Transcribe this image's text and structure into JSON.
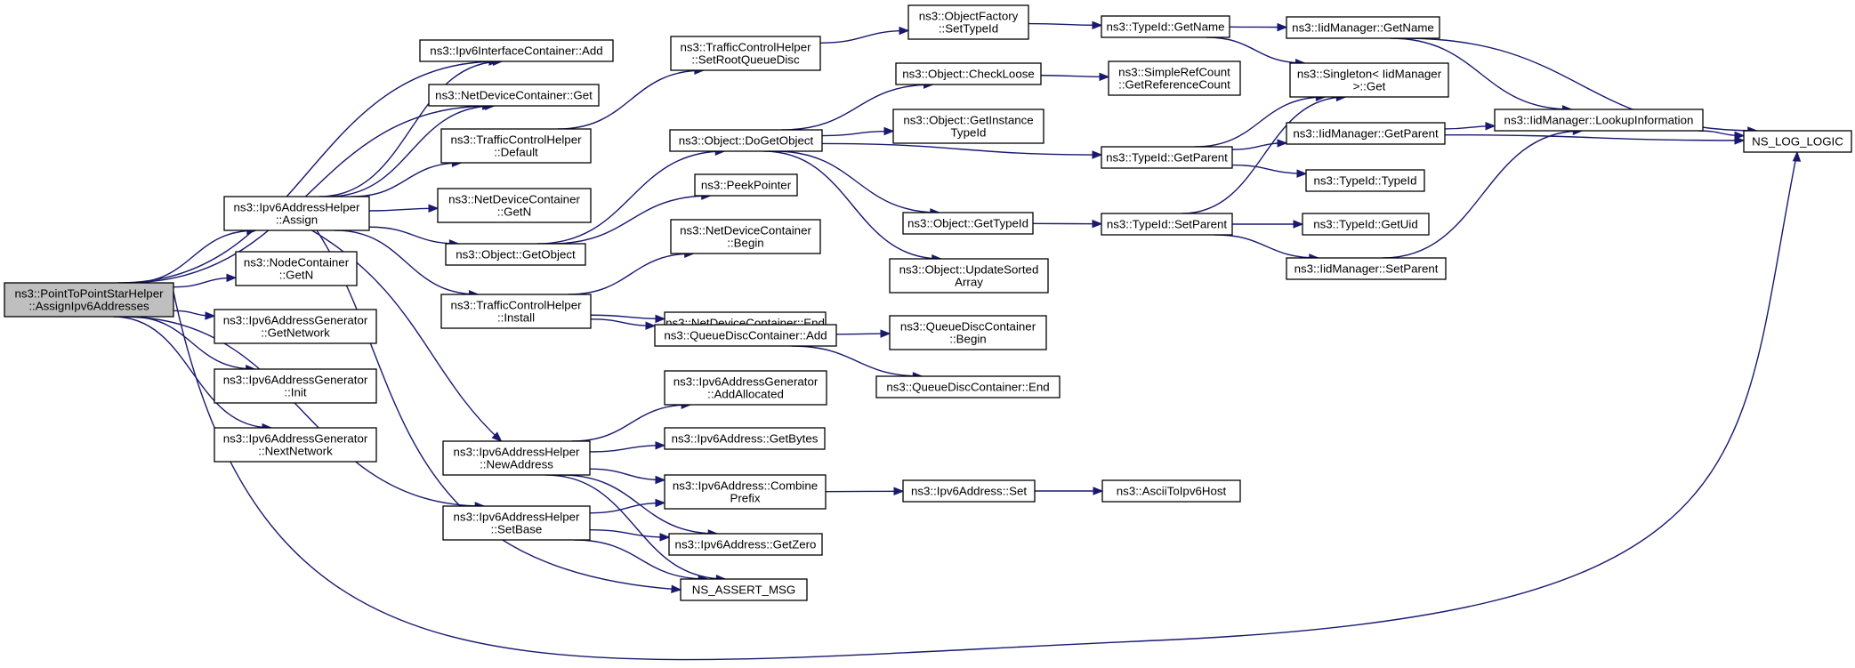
{
  "graph": {
    "nodes": [
      {
        "id": "root",
        "lines": [
          "ns3::PointToPointStarHelper",
          "::AssignIpv6Addresses"
        ],
        "root": true
      },
      {
        "id": "v6ic_add",
        "lines": [
          "ns3::Ipv6InterfaceContainer::Add"
        ]
      },
      {
        "id": "ndc_get",
        "lines": [
          "ns3::NetDeviceContainer::Get"
        ]
      },
      {
        "id": "ah_assign",
        "lines": [
          "ns3::Ipv6AddressHelper",
          "::Assign"
        ]
      },
      {
        "id": "nc_getn",
        "lines": [
          "ns3::NodeContainer",
          "::GetN"
        ]
      },
      {
        "id": "ag_getnet",
        "lines": [
          "ns3::Ipv6AddressGenerator",
          "::GetNetwork"
        ]
      },
      {
        "id": "ag_init",
        "lines": [
          "ns3::Ipv6AddressGenerator",
          "::Init"
        ]
      },
      {
        "id": "ag_nextnet",
        "lines": [
          "ns3::Ipv6AddressGenerator",
          "::NextNetwork"
        ]
      },
      {
        "id": "ah_setbase",
        "lines": [
          "ns3::Ipv6AddressHelper",
          "::SetBase"
        ]
      },
      {
        "id": "tch_default",
        "lines": [
          "ns3::TrafficControlHelper",
          "::Default"
        ]
      },
      {
        "id": "ndc_getn",
        "lines": [
          "ns3::NetDeviceContainer",
          "::GetN"
        ]
      },
      {
        "id": "obj_getobject",
        "lines": [
          "ns3::Object::GetObject"
        ]
      },
      {
        "id": "tch_install",
        "lines": [
          "ns3::TrafficControlHelper",
          "::Install"
        ]
      },
      {
        "id": "ah_newaddr",
        "lines": [
          "ns3::Ipv6AddressHelper",
          "::NewAddress"
        ]
      },
      {
        "id": "ns_assert",
        "lines": [
          "NS_ASSERT_MSG"
        ]
      },
      {
        "id": "tch_setroot",
        "lines": [
          "ns3::TrafficControlHelper",
          "::SetRootQueueDisc"
        ]
      },
      {
        "id": "obj_dogetobject",
        "lines": [
          "ns3::Object::DoGetObject"
        ]
      },
      {
        "id": "peekpointer",
        "lines": [
          "ns3::PeekPointer"
        ]
      },
      {
        "id": "ndc_begin",
        "lines": [
          "ns3::NetDeviceContainer",
          "::Begin"
        ]
      },
      {
        "id": "ndc_end",
        "lines": [
          "ns3::NetDeviceContainer::End"
        ]
      },
      {
        "id": "qdc_add",
        "lines": [
          "ns3::QueueDiscContainer::Add"
        ]
      },
      {
        "id": "ag_addalloc",
        "lines": [
          "ns3::Ipv6AddressGenerator",
          "::AddAllocated"
        ]
      },
      {
        "id": "a_getbytes",
        "lines": [
          "ns3::Ipv6Address::GetBytes"
        ]
      },
      {
        "id": "a_combine",
        "lines": [
          "ns3::Ipv6Address::Combine",
          "Prefix"
        ]
      },
      {
        "id": "a_getzero",
        "lines": [
          "ns3::Ipv6Address::GetZero"
        ]
      },
      {
        "id": "of_settypeid",
        "lines": [
          "ns3::ObjectFactory",
          "::SetTypeId"
        ]
      },
      {
        "id": "obj_checkloose",
        "lines": [
          "ns3::Object::CheckLoose"
        ]
      },
      {
        "id": "obj_getinstance",
        "lines": [
          "ns3::Object::GetInstance",
          "TypeId"
        ]
      },
      {
        "id": "obj_gettypeid",
        "lines": [
          "ns3::Object::GetTypeId"
        ]
      },
      {
        "id": "obj_updatesorted",
        "lines": [
          "ns3::Object::UpdateSorted",
          "Array"
        ]
      },
      {
        "id": "qdc_begin",
        "lines": [
          "ns3::QueueDiscContainer",
          "::Begin"
        ]
      },
      {
        "id": "qdc_end",
        "lines": [
          "ns3::QueueDiscContainer::End"
        ]
      },
      {
        "id": "a_set",
        "lines": [
          "ns3::Ipv6Address::Set"
        ]
      },
      {
        "id": "tid_getname",
        "lines": [
          "ns3::TypeId::GetName"
        ]
      },
      {
        "id": "src_getrefcount",
        "lines": [
          "ns3::SimpleRefCount",
          "::GetReferenceCount"
        ]
      },
      {
        "id": "tid_getparent",
        "lines": [
          "ns3::TypeId::GetParent"
        ]
      },
      {
        "id": "tid_setparent",
        "lines": [
          "ns3::TypeId::SetParent"
        ]
      },
      {
        "id": "asciitoipv6",
        "lines": [
          "ns3::AsciiToIpv6Host"
        ]
      },
      {
        "id": "iid_getname",
        "lines": [
          "ns3::IidManager::GetName"
        ]
      },
      {
        "id": "singleton_get",
        "lines": [
          "ns3::Singleton< IidManager",
          " >::Get"
        ]
      },
      {
        "id": "iid_getparent",
        "lines": [
          "ns3::IidManager::GetParent"
        ]
      },
      {
        "id": "tid_typeid",
        "lines": [
          "ns3::TypeId::TypeId"
        ]
      },
      {
        "id": "tid_getuid",
        "lines": [
          "ns3::TypeId::GetUid"
        ]
      },
      {
        "id": "iid_setparent",
        "lines": [
          "ns3::IidManager::SetParent"
        ]
      },
      {
        "id": "iid_lookup",
        "lines": [
          "ns3::IidManager::LookupInformation"
        ]
      },
      {
        "id": "ns_log",
        "lines": [
          "NS_LOG_LOGIC"
        ]
      }
    ],
    "edges": [
      [
        "root",
        "v6ic_add"
      ],
      [
        "root",
        "ndc_get"
      ],
      [
        "root",
        "ah_assign"
      ],
      [
        "root",
        "nc_getn"
      ],
      [
        "root",
        "ag_getnet"
      ],
      [
        "root",
        "ag_init"
      ],
      [
        "root",
        "ag_nextnet"
      ],
      [
        "root",
        "ah_setbase"
      ],
      [
        "root",
        "ns_log"
      ],
      [
        "ah_assign",
        "v6ic_add"
      ],
      [
        "ah_assign",
        "ndc_get"
      ],
      [
        "ah_assign",
        "tch_default"
      ],
      [
        "ah_assign",
        "ndc_getn"
      ],
      [
        "ah_assign",
        "obj_getobject"
      ],
      [
        "ah_assign",
        "tch_install"
      ],
      [
        "ah_assign",
        "ah_newaddr"
      ],
      [
        "ah_assign",
        "ns_assert"
      ],
      [
        "tch_default",
        "tch_setroot"
      ],
      [
        "obj_getobject",
        "obj_dogetobject"
      ],
      [
        "obj_getobject",
        "peekpointer"
      ],
      [
        "tch_install",
        "ndc_begin"
      ],
      [
        "tch_install",
        "ndc_end"
      ],
      [
        "tch_install",
        "qdc_add"
      ],
      [
        "ah_newaddr",
        "ag_addalloc"
      ],
      [
        "ah_newaddr",
        "a_getbytes"
      ],
      [
        "ah_newaddr",
        "a_combine"
      ],
      [
        "ah_newaddr",
        "a_getzero"
      ],
      [
        "ah_newaddr",
        "ns_assert"
      ],
      [
        "ah_setbase",
        "a_combine"
      ],
      [
        "ah_setbase",
        "a_getzero"
      ],
      [
        "ah_setbase",
        "ns_assert"
      ],
      [
        "tch_setroot",
        "of_settypeid"
      ],
      [
        "obj_dogetobject",
        "obj_checkloose"
      ],
      [
        "obj_dogetobject",
        "obj_getinstance"
      ],
      [
        "obj_dogetobject",
        "tid_getparent"
      ],
      [
        "obj_dogetobject",
        "obj_gettypeid"
      ],
      [
        "obj_dogetobject",
        "obj_updatesorted"
      ],
      [
        "qdc_add",
        "qdc_begin"
      ],
      [
        "qdc_add",
        "qdc_end"
      ],
      [
        "a_combine",
        "a_set"
      ],
      [
        "of_settypeid",
        "tid_getname"
      ],
      [
        "obj_checkloose",
        "src_getrefcount"
      ],
      [
        "obj_gettypeid",
        "tid_setparent"
      ],
      [
        "a_set",
        "asciitoipv6"
      ],
      [
        "tid_getname",
        "iid_getname"
      ],
      [
        "tid_getname",
        "singleton_get"
      ],
      [
        "tid_getparent",
        "singleton_get"
      ],
      [
        "tid_getparent",
        "iid_getparent"
      ],
      [
        "tid_getparent",
        "tid_typeid"
      ],
      [
        "tid_setparent",
        "singleton_get"
      ],
      [
        "tid_setparent",
        "tid_getuid"
      ],
      [
        "tid_setparent",
        "iid_setparent"
      ],
      [
        "iid_getname",
        "iid_lookup"
      ],
      [
        "iid_getname",
        "ns_log"
      ],
      [
        "iid_getparent",
        "iid_lookup"
      ],
      [
        "iid_getparent",
        "ns_log"
      ],
      [
        "iid_setparent",
        "iid_lookup"
      ],
      [
        "iid_lookup",
        "ns_log"
      ]
    ]
  }
}
